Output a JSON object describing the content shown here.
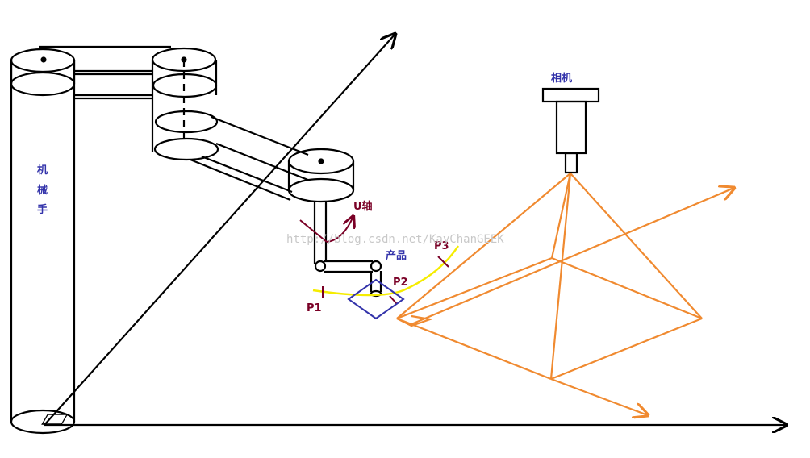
{
  "labels": {
    "robot_char1": "机",
    "robot_char2": "械",
    "robot_char3": "手",
    "camera": "相机",
    "u_axis": "U轴",
    "product": "产品",
    "p1": "P1",
    "p2": "P2",
    "p3": "P3"
  },
  "watermark": "http://blog.csdn.net/KayChanGEEK",
  "colors": {
    "line": "#000000",
    "blue_label": "#3333aa",
    "dark_red": "#7a0026",
    "yellow": "#f5ec00",
    "orange": "#f08a30",
    "watermark": "#c8c8c8"
  }
}
